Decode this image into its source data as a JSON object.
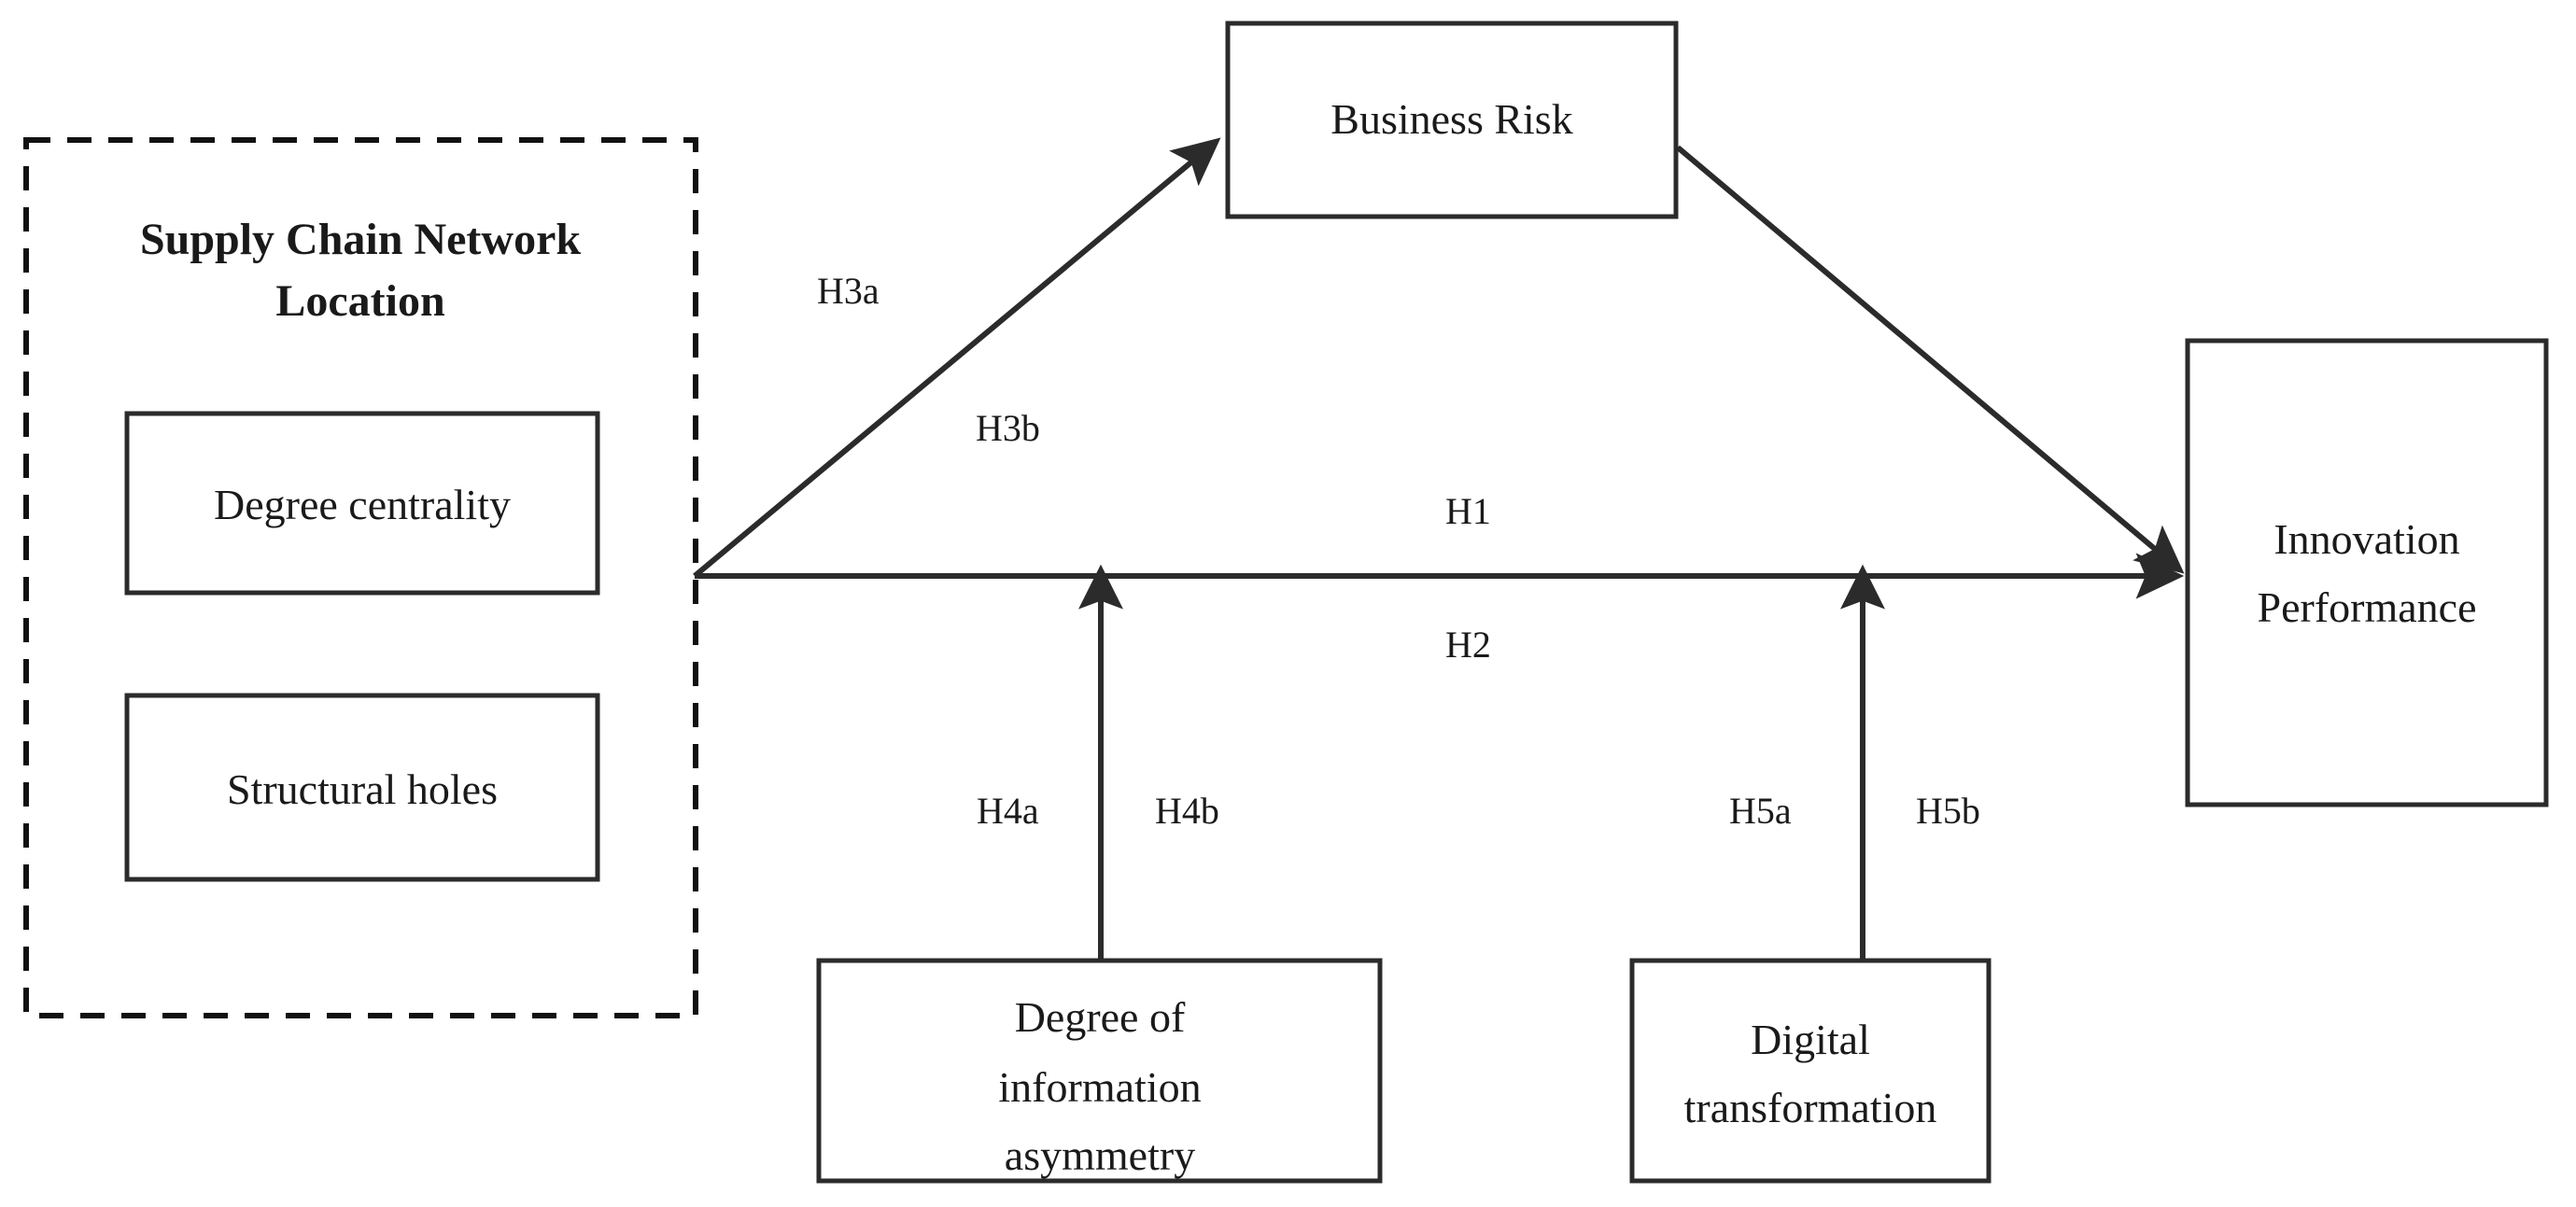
{
  "diagram": {
    "title": "Supply Chain Network Location research model",
    "type": "conceptual-framework",
    "background_color": "#ffffff",
    "line_color": "#2b2b2b",
    "text_color": "#1a1a1a"
  },
  "group": {
    "name": "supply-chain-network-location",
    "title_line1": "Supply Chain Network",
    "title_line2": "Location",
    "border_style": "dashed",
    "items": [
      {
        "label": "Degree centrality"
      },
      {
        "label": "Structural holes"
      }
    ]
  },
  "nodes": {
    "business_risk": {
      "label": "Business Risk"
    },
    "innovation_performance": {
      "line1": "Innovation",
      "line2": "Performance"
    },
    "information_asymmetry": {
      "line1": "Degree of",
      "line2": "information",
      "line3": "asymmetry"
    },
    "digital_transformation": {
      "line1": "Digital",
      "line2": "transformation"
    }
  },
  "hypotheses": [
    {
      "id": "H3a",
      "label": "H3a"
    },
    {
      "id": "H3b",
      "label": "H3b"
    },
    {
      "id": "H1",
      "label": "H1"
    },
    {
      "id": "H2",
      "label": "H2"
    },
    {
      "id": "H4a",
      "label": "H4a"
    },
    {
      "id": "H4b",
      "label": "H4b"
    },
    {
      "id": "H5a",
      "label": "H5a"
    },
    {
      "id": "H5b",
      "label": "H5b"
    }
  ]
}
